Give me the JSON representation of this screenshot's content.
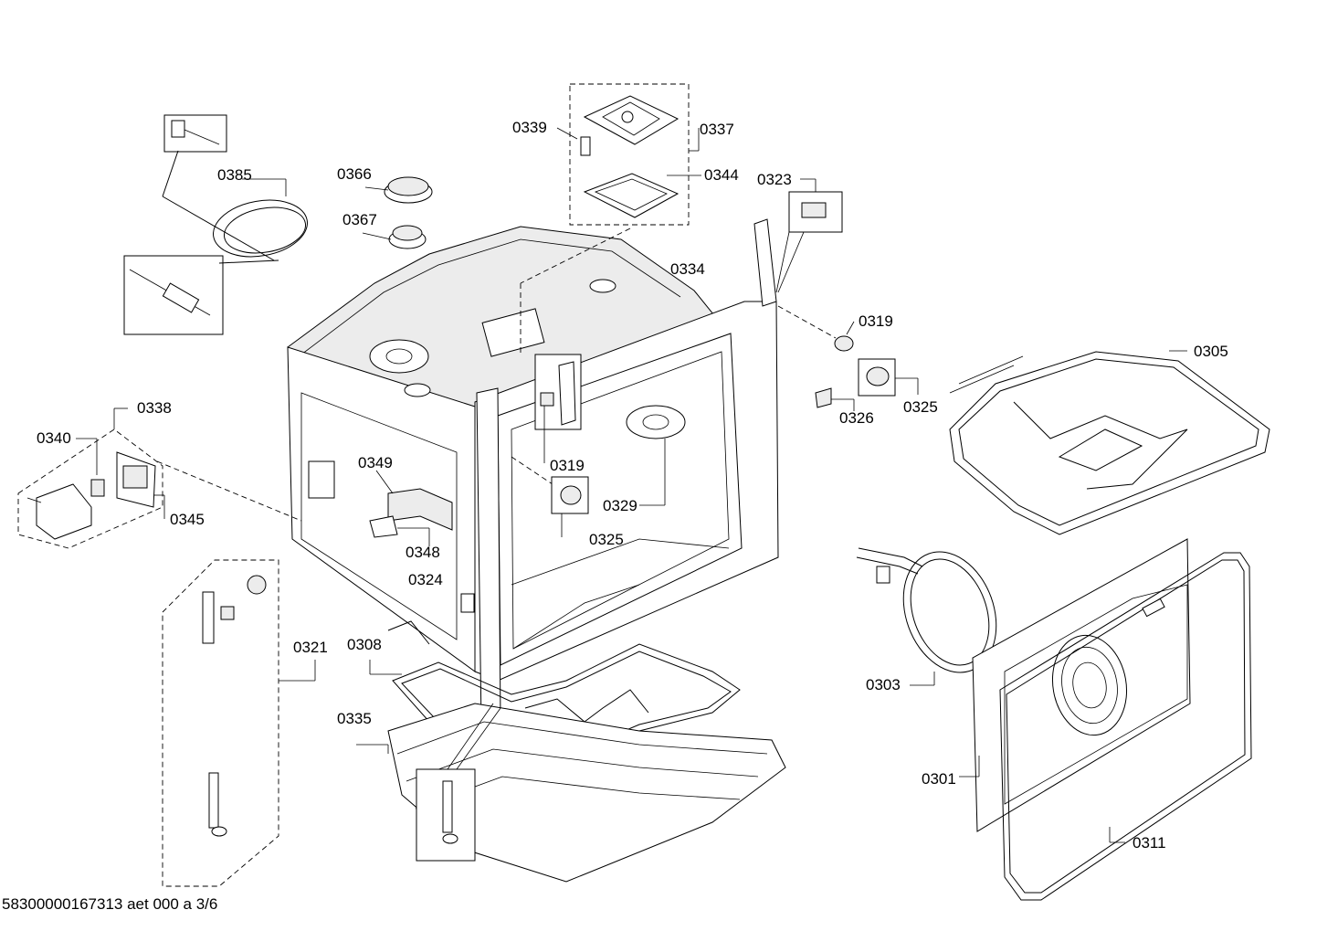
{
  "parts": [
    {
      "id": "0385"
    },
    {
      "id": "0366"
    },
    {
      "id": "0367"
    },
    {
      "id": "0339"
    },
    {
      "id": "0337"
    },
    {
      "id": "0344"
    },
    {
      "id": "0323"
    },
    {
      "id": "0334"
    },
    {
      "id": "0319"
    },
    {
      "id": "0305"
    },
    {
      "id": "0326"
    },
    {
      "id": "0325"
    },
    {
      "id": "0338"
    },
    {
      "id": "0340"
    },
    {
      "id": "0345"
    },
    {
      "id": "0349"
    },
    {
      "id": "0348"
    },
    {
      "id": "0324"
    },
    {
      "id": "0329"
    },
    {
      "id": "0321"
    },
    {
      "id": "0308"
    },
    {
      "id": "0335"
    },
    {
      "id": "0303"
    },
    {
      "id": "0301"
    },
    {
      "id": "0311"
    }
  ],
  "footer": "58300000167313 aet 000 a 3/6"
}
